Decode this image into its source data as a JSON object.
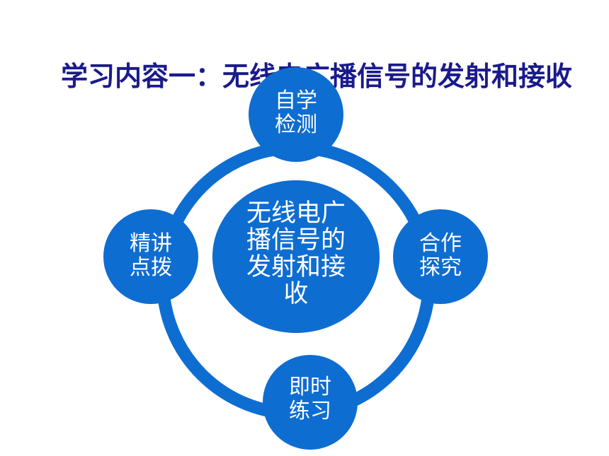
{
  "slide": {
    "title": "学习内容一：无线电广播信号的发射和接收"
  },
  "diagram": {
    "accent_color": "#0e6dd1",
    "center": {
      "lines": [
        "无线电广",
        "播信号的",
        "发射和接",
        "收"
      ]
    },
    "nodes": [
      {
        "id": "top",
        "lines": [
          "自学",
          "检测"
        ]
      },
      {
        "id": "right",
        "lines": [
          "合作",
          "探究"
        ]
      },
      {
        "id": "bottom",
        "lines": [
          "即时",
          "练习"
        ]
      },
      {
        "id": "left",
        "lines": [
          "精讲",
          "点拨"
        ]
      }
    ]
  }
}
